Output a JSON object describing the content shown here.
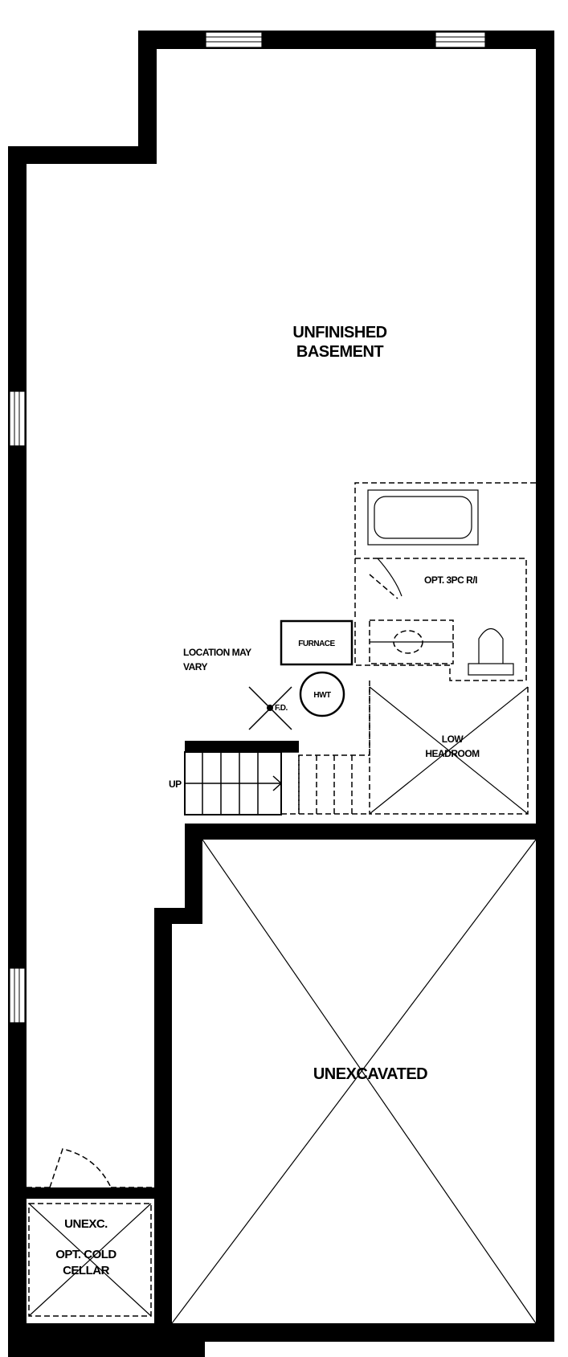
{
  "colors": {
    "wall": "#000000",
    "background": "#ffffff"
  },
  "rooms": {
    "main": {
      "line1": "UNFINISHED",
      "line2": "BASEMENT"
    },
    "spc": "OPT. 3PC R/I",
    "furnace": "FURNACE",
    "location": {
      "line1": "LOCATION MAY",
      "line2": "VARY"
    },
    "hwt": "HWT",
    "fd": "F.D.",
    "low": {
      "line1": "LOW",
      "line2": "HEADROOM"
    },
    "stair_up": "UP",
    "unexcavated": "UNEXCAVATED",
    "cellar": {
      "line1": "UNEXC.",
      "line2": "OPT. COLD",
      "line3": "CELLAR"
    }
  }
}
